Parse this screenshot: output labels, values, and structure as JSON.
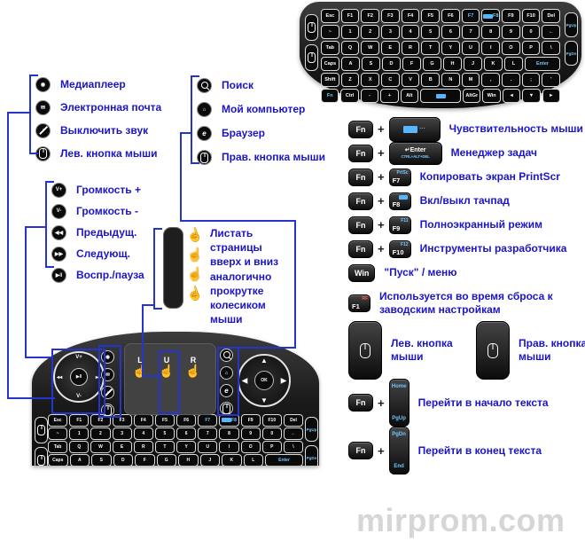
{
  "colors": {
    "label_blue": "#1a15c9",
    "line_blue": "#2335cc",
    "key_accent_blue": "#6ec6ff",
    "keyboard_black": "#0d0d0d",
    "watermark_gray": "#d6d6d6"
  },
  "watermark": "mirprom.com",
  "icon_defs": {
    "media-player": {
      "glyph": "◉"
    },
    "email": {
      "glyph": "✉"
    },
    "mute": {
      "glyph": "♪",
      "slash": true
    },
    "mouse-left": {
      "shape": "mouse"
    },
    "mouse-right": {
      "shape": "mouse"
    },
    "search": {
      "shape": "search"
    },
    "my-computer": {
      "glyph": "⌂"
    },
    "browser": {
      "glyph": "e",
      "italic": true
    },
    "volume-up": {
      "glyph": "V+"
    },
    "volume-down": {
      "glyph": "V-"
    },
    "previous-track": {
      "glyph": "◀◀"
    },
    "next-track": {
      "glyph": "▶▶"
    },
    "play-pause": {
      "glyph": "▶‖"
    },
    "hand-point": {
      "glyph": "☝",
      "cls": "hand"
    },
    "scroll-wheel": {
      "glyph": "☝",
      "cls": "wheel"
    }
  },
  "legend_groups": {
    "media_functions": [
      {
        "icon": "media-player",
        "label": "Медиаплеер"
      },
      {
        "icon": "email",
        "label": "Электронная почта"
      },
      {
        "icon": "mute",
        "label": "Выключить звук"
      },
      {
        "icon": "mouse-left",
        "label": "Лев. кнопка мыши"
      }
    ],
    "volume_functions": [
      {
        "icon": "volume-up",
        "label": "Громкость +"
      },
      {
        "icon": "volume-down",
        "label": "Громкость -"
      },
      {
        "icon": "previous-track",
        "label": "Предыдущ."
      },
      {
        "icon": "next-track",
        "label": "Следующ."
      },
      {
        "icon": "play-pause",
        "label": "Воспр./пауза"
      }
    ],
    "system_functions": [
      {
        "icon": "search",
        "label": "Поиск"
      },
      {
        "icon": "my-computer",
        "label": "Мой компьютер"
      },
      {
        "icon": "browser",
        "label": "Браузер"
      },
      {
        "icon": "mouse-right",
        "label": "Прав. кнопка мыши"
      }
    ]
  },
  "touchpad_note": {
    "lines": [
      "Листать",
      "страницы",
      "вверх и вниз",
      "аналогично",
      "прокрутке",
      "колесиком",
      "мыши"
    ],
    "scroll_icons": [
      "hand-point",
      "scroll-wheel",
      "scroll-wheel",
      "hand-point"
    ]
  },
  "fn_rows": [
    {
      "kind": "combo",
      "mod": "Fn",
      "plus": "+",
      "key": {
        "type": "touchpad-wide"
      },
      "label": "Чувствительность мыши"
    },
    {
      "kind": "combo",
      "mod": "Fn",
      "plus": "+",
      "key": {
        "type": "enter",
        "line1": "↵Enter",
        "line2": "CTRL+ALT+DEL"
      },
      "label": "Менеджер задач"
    },
    {
      "kind": "combo",
      "mod": "Fn",
      "plus": "+",
      "key": {
        "type": "dual",
        "sup": "PrtSc",
        "main": "F7"
      },
      "label": "Копировать экран PrintScr"
    },
    {
      "kind": "combo",
      "mod": "Fn",
      "plus": "+",
      "key": {
        "type": "dual-icon",
        "main": "F8"
      },
      "label": "Вкл/выкл тачпад"
    },
    {
      "kind": "combo",
      "mod": "Fn",
      "plus": "+",
      "key": {
        "type": "dual",
        "sup": "F11",
        "main": "F9"
      },
      "label": "Полноэкранный режим"
    },
    {
      "kind": "combo",
      "mod": "Fn",
      "plus": "+",
      "key": {
        "type": "dual",
        "sup": "F12",
        "main": "F10"
      },
      "label": "Инструменты разработчика"
    },
    {
      "kind": "combo",
      "key": {
        "type": "cap",
        "text": "Win"
      },
      "label": "\"Пуск\" / меню"
    },
    {
      "kind": "combo",
      "wrap": true,
      "key": {
        "type": "dual",
        "sup": "RF",
        "sup_color": "#ff5a5a",
        "main": "F1"
      },
      "label": "Используется во время сброса к заводским настройкам"
    },
    {
      "kind": "mouse-pair",
      "items": [
        {
          "icon": "mouse-left",
          "label": "Лев. кнопка мыши"
        },
        {
          "icon": "mouse-right",
          "label": "Прав. кнопка мыши"
        }
      ]
    },
    {
      "kind": "combo",
      "nav": true,
      "mod": "Fn",
      "plus": "+",
      "key": {
        "type": "tall2",
        "top": "Home",
        "bottom": "PgUp"
      },
      "label": "Перейти в начало текста"
    },
    {
      "kind": "combo",
      "nav": true,
      "mod": "Fn",
      "plus": "+",
      "key": {
        "type": "tall2",
        "top": "PgDn",
        "bottom": "End"
      },
      "label": "Перейти в конец текста"
    }
  ],
  "keyboard": {
    "rows": [
      [
        {
          "t": "Esc"
        },
        {
          "t": "F1"
        },
        {
          "t": "F2"
        },
        {
          "t": "F3"
        },
        {
          "t": "F4"
        },
        {
          "t": "F5"
        },
        {
          "t": "F6"
        },
        {
          "t": "F7",
          "a": 1
        },
        {
          "t": "F8",
          "a": 1,
          "icon": "touchpad"
        },
        {
          "t": "F9"
        },
        {
          "t": "F10"
        },
        {
          "t": "Del"
        }
      ],
      [
        {
          "t": "~"
        },
        {
          "t": "1"
        },
        {
          "t": "2"
        },
        {
          "t": "3"
        },
        {
          "t": "4"
        },
        {
          "t": "5"
        },
        {
          "t": "6"
        },
        {
          "t": "7"
        },
        {
          "t": "8"
        },
        {
          "t": "9"
        },
        {
          "t": "0"
        },
        {
          "t": "←"
        }
      ],
      [
        {
          "t": "Tab"
        },
        {
          "t": "Q"
        },
        {
          "t": "W"
        },
        {
          "t": "E"
        },
        {
          "t": "R"
        },
        {
          "t": "T"
        },
        {
          "t": "Y"
        },
        {
          "t": "U"
        },
        {
          "t": "I"
        },
        {
          "t": "O"
        },
        {
          "t": "P"
        },
        {
          "t": "\\"
        }
      ],
      [
        {
          "t": "Caps"
        },
        {
          "t": "A"
        },
        {
          "t": "S"
        },
        {
          "t": "D"
        },
        {
          "t": "F"
        },
        {
          "t": "G"
        },
        {
          "t": "H"
        },
        {
          "t": "J"
        },
        {
          "t": "K"
        },
        {
          "t": "L"
        },
        {
          "t": "Enter",
          "w": 2,
          "a": 1
        }
      ],
      [
        {
          "t": "Shift"
        },
        {
          "t": "Z"
        },
        {
          "t": "X"
        },
        {
          "t": "C"
        },
        {
          "t": "V"
        },
        {
          "t": "B"
        },
        {
          "t": "N"
        },
        {
          "t": "M"
        },
        {
          "t": ","
        },
        {
          "t": "."
        },
        {
          "t": ";"
        },
        {
          "t": "'"
        }
      ],
      [
        {
          "t": "Fn",
          "a": 1
        },
        {
          "t": "Ctrl"
        },
        {
          "t": "-"
        },
        {
          "t": "+"
        },
        {
          "t": "Alt"
        },
        {
          "t": "",
          "icon": "touchpad",
          "w": 2.4,
          "a": 1
        },
        {
          "t": "AltGr"
        },
        {
          "t": "Win"
        },
        {
          "t": "◄"
        },
        {
          "t": "▼"
        },
        {
          "t": "►"
        }
      ]
    ],
    "side_keys_left": [
      "mouse-left",
      "mouse-right"
    ],
    "side_keys_right": [
      "PgUp",
      "PgDn"
    ],
    "control_band": {
      "media_pad": {
        "top": "V+",
        "bottom": "V-",
        "left": "◀◀",
        "right": "▶▶",
        "center": "▶‖"
      },
      "left_buttons": [
        "media-player",
        "email",
        "mute",
        "mouse-left"
      ],
      "touchpad_markers": [
        "L",
        "U",
        "R"
      ],
      "right_buttons": [
        "search",
        "my-computer",
        "browser",
        "mouse-right"
      ],
      "dpad": {
        "up": "▲",
        "down": "▼",
        "left": "◀",
        "right": "▶",
        "center": "OK"
      }
    }
  }
}
